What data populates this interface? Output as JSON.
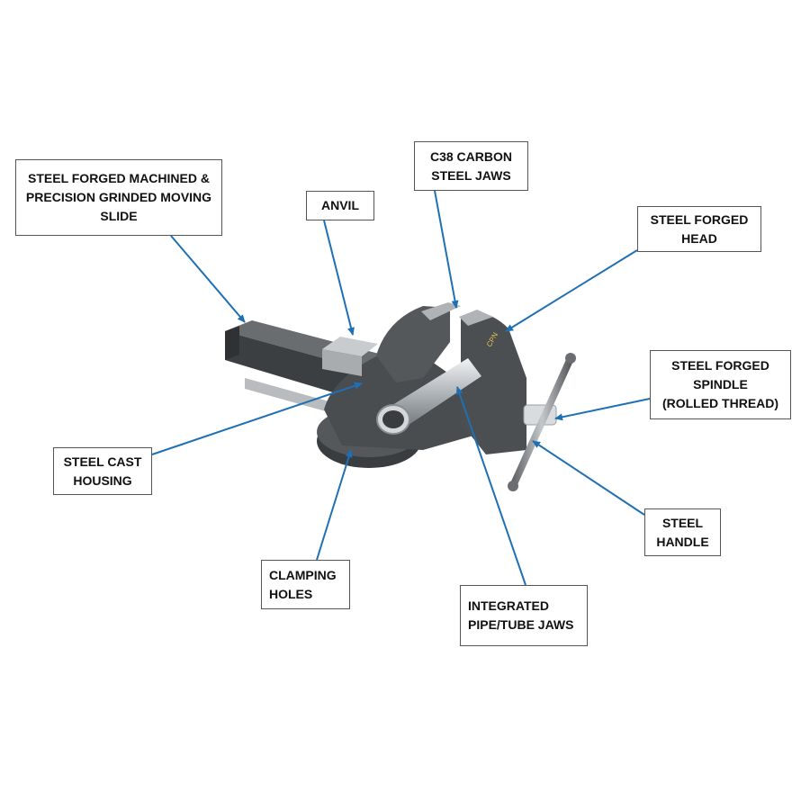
{
  "colors": {
    "leader": "#1f6fb5",
    "body": "#4a4d50",
    "body_dark": "#2f3133",
    "body_light": "#6a6d70",
    "steel": "#b9bcbf",
    "pipe": "#c8ccd0"
  },
  "labels": {
    "moving_slide": [
      "STEEL FORGED MACHINED &",
      "PRECISION GRINDED MOVING",
      "SLIDE"
    ],
    "anvil": [
      "ANVIL"
    ],
    "jaws": [
      "C38 CARBON",
      "STEEL JAWS"
    ],
    "head": [
      "STEEL FORGED",
      "HEAD"
    ],
    "spindle": [
      "STEEL FORGED",
      "SPINDLE",
      "(ROLLED THREAD)"
    ],
    "handle": [
      "STEEL",
      "HANDLE"
    ],
    "housing": [
      "STEEL CAST",
      "HOUSING"
    ],
    "clamping": [
      "CLAMPING",
      "HOLES"
    ],
    "pipe_jaws": [
      "INTEGRATED",
      "PIPE/TUBE JAWS"
    ]
  },
  "logo_text": "CPN"
}
